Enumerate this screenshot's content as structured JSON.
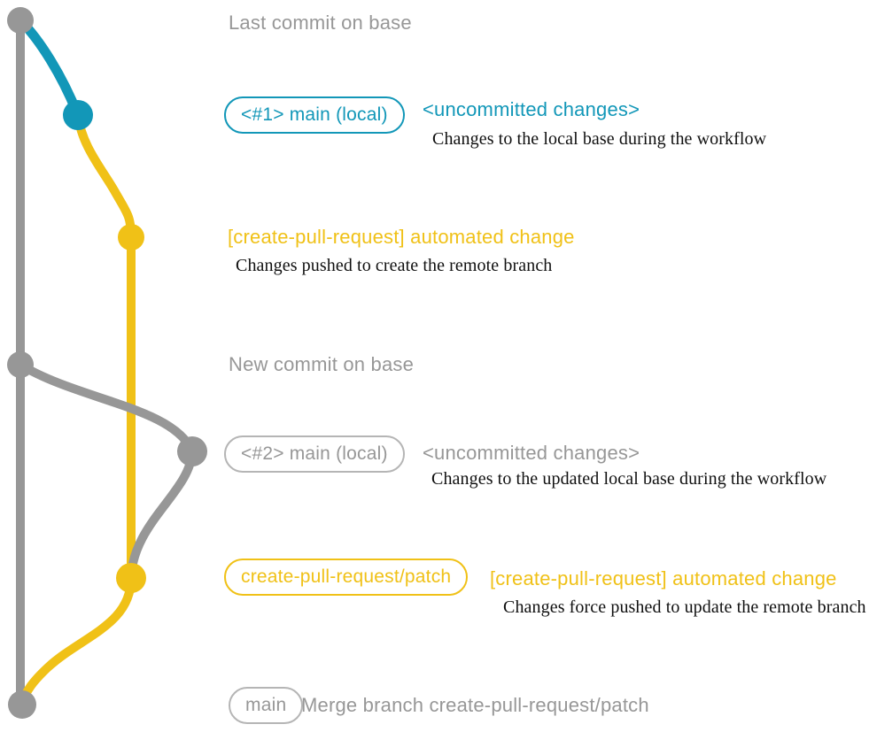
{
  "colors": {
    "gray": "#979797",
    "teal": "#1297b8",
    "yellow": "#f0c117",
    "badge_gray_border": "#b5b5b5",
    "caption_text": "#101010",
    "background": "#ffffff"
  },
  "graph": {
    "description": "Git commit graph with a gray base branch, a teal local-main branch and a yellow create-pull-request/patch branch",
    "branches": [
      {
        "name": "base",
        "color_key": "gray"
      },
      {
        "name": "main-local",
        "color_key": "teal"
      },
      {
        "name": "create-pull-request/patch",
        "color_key": "yellow"
      }
    ]
  },
  "rows": {
    "last_commit": {
      "label": "Last commit on base"
    },
    "commit_local_1": {
      "badge": "<#1> main (local)",
      "title": "<uncommitted changes>",
      "caption": "Changes to the local base during the workflow"
    },
    "commit_push_1": {
      "title": "[create-pull-request] automated change",
      "caption": "Changes pushed to create the remote branch"
    },
    "new_commit": {
      "label": "New commit on base"
    },
    "commit_local_2": {
      "badge": "<#2> main (local)",
      "title": "<uncommitted changes>",
      "caption": "Changes to the updated local base during the workflow"
    },
    "commit_push_2": {
      "badge": "create-pull-request/patch",
      "title": "[create-pull-request] automated change",
      "caption": "Changes force pushed to update the remote branch"
    },
    "merge_commit": {
      "badge": "main",
      "label": "Merge branch create-pull-request/patch"
    }
  }
}
